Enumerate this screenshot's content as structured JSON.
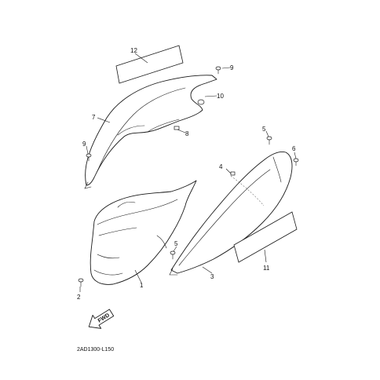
{
  "callouts": {
    "c1": "1",
    "c2": "2",
    "c3": "3",
    "c4": "4",
    "c5a": "5",
    "c5b": "5",
    "c6": "6",
    "c7": "7",
    "c8": "8",
    "c9a": "9",
    "c9b": "9",
    "c10": "10",
    "c11": "11",
    "c12": "12"
  },
  "direction_arrow": "FWD",
  "diagram_code": "2AD1300-L150"
}
